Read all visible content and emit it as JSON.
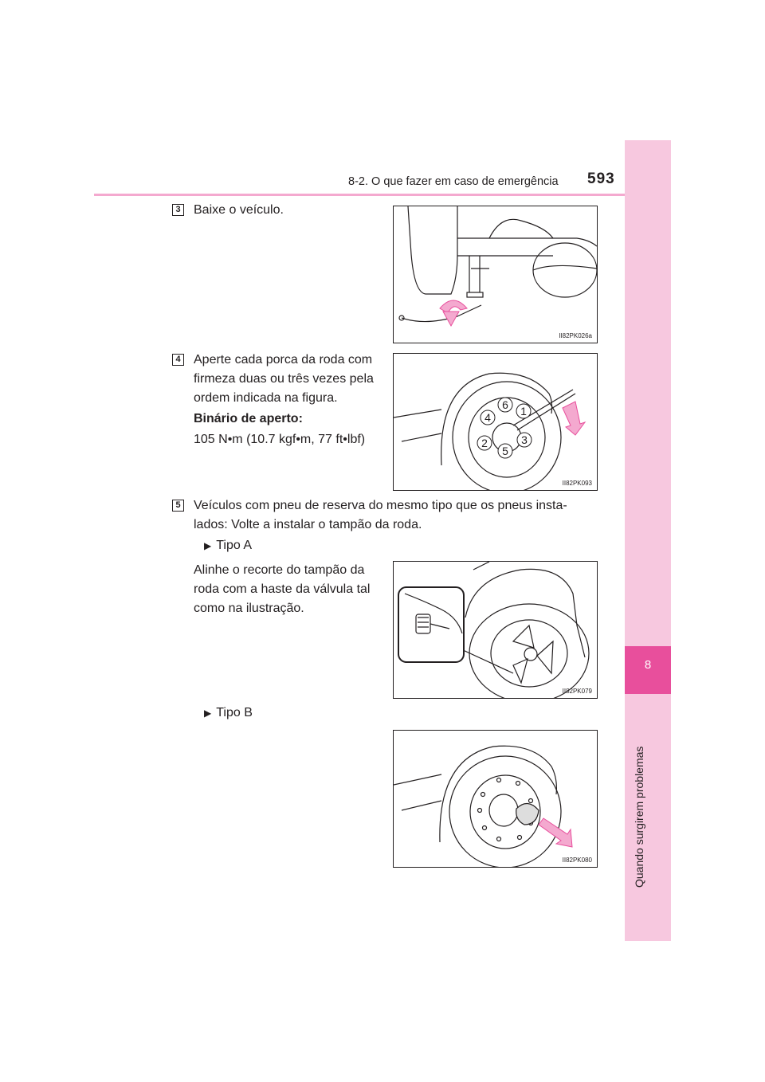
{
  "header": {
    "section_title": "8-2. O que fazer em caso de emergência",
    "page_number": "593"
  },
  "side_tab": {
    "chapter_number": "8",
    "chapter_title": "Quando surgirem problemas"
  },
  "steps": [
    {
      "number": "3",
      "text": "Baixe o veículo.",
      "figure_code": "II82PK026a"
    },
    {
      "number": "4",
      "lines": [
        "Aperte cada porca da roda com",
        "firmeza duas ou três vezes pela",
        "ordem indicada na figura."
      ],
      "torque_label": "Binário de aperto:",
      "torque_value": "105 N•m (10.7 kgf•m, 77 ft•lbf)",
      "figure_code": "II82PK093",
      "nut_order_labels": [
        "1",
        "2",
        "3",
        "4",
        "5",
        "6"
      ]
    },
    {
      "number": "5",
      "lines": [
        "Veículos com pneu de reserva do mesmo tipo que os pneus insta-",
        "lados: Volte a instalar o tampão da roda."
      ],
      "type_a": {
        "label": "Tipo A",
        "lines": [
          "Alinhe o recorte do tampão da",
          "roda com a haste da válvula tal",
          "como na ilustração."
        ],
        "figure_code": "II82PK079"
      },
      "type_b": {
        "label": "Tipo B",
        "figure_code": "II82PK080"
      }
    }
  ],
  "icons": {
    "bullet": "triangle-right-icon"
  },
  "colors": {
    "accent_pink": "#e84f9c",
    "tab_pink": "#f7c8df",
    "rule_pink": "#f4a9cf"
  }
}
